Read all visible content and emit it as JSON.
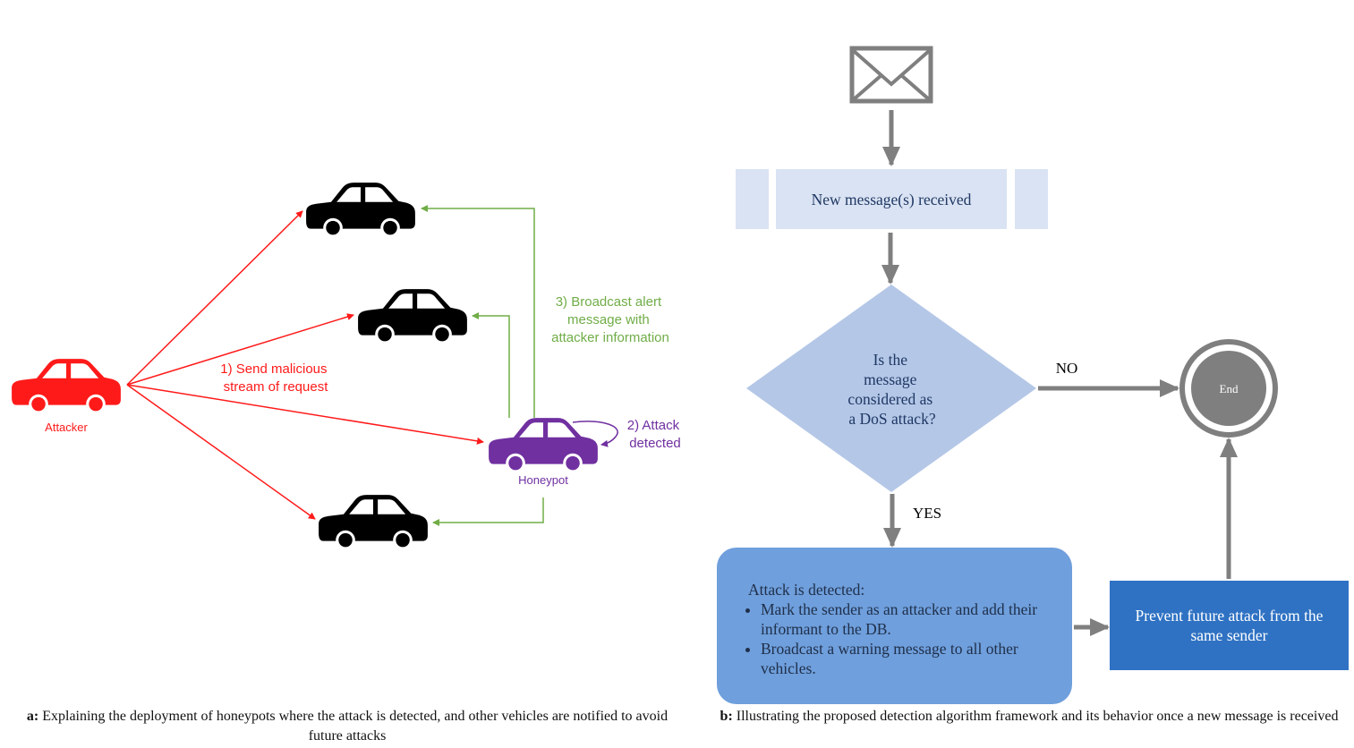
{
  "left_panel": {
    "attacker_label": "Attacker",
    "honeypot_label": "Honeypot",
    "step1_lines": [
      "1) Send malicious",
      "stream of request"
    ],
    "step2_lines": [
      "2) Attack",
      "detected"
    ],
    "step3_lines": [
      "3) Broadcast alert",
      "message with",
      "attacker information"
    ],
    "colors": {
      "attacker": "#ff1a1a",
      "honeypot": "#7030a0",
      "broadcast": "#70ad47",
      "vehicle": "#000000"
    }
  },
  "right_panel": {
    "start_node": "New message(s) received",
    "decision_lines": [
      "Is the",
      "message",
      "considered as",
      "a DoS attack?"
    ],
    "no_label": "NO",
    "yes_label": "YES",
    "end_label": "End",
    "attack_box": {
      "title": "Attack is detected:",
      "bullets": [
        "Mark the sender as an attacker and add their informant to the DB.",
        "Broadcast a warning message to all other vehicles."
      ]
    },
    "prevent_box": "Prevent future attack from the same sender",
    "icons": {
      "message": "envelope-icon"
    },
    "colors": {
      "arrow": "#7f7f7f",
      "start": "#dae3f3",
      "decision": "#b4c7e7",
      "attack": "#6f9fdc",
      "prevent": "#2f72c3",
      "end": "#7f7f7f"
    }
  },
  "captions": {
    "a_prefix": "a:",
    "a_text": "Explaining the deployment of honeypots where the attack is detected, and other vehicles are notified to avoid future attacks",
    "b_prefix": "b:",
    "b_text": "Illustrating the proposed detection algorithm framework and its behavior once a new message is received"
  }
}
